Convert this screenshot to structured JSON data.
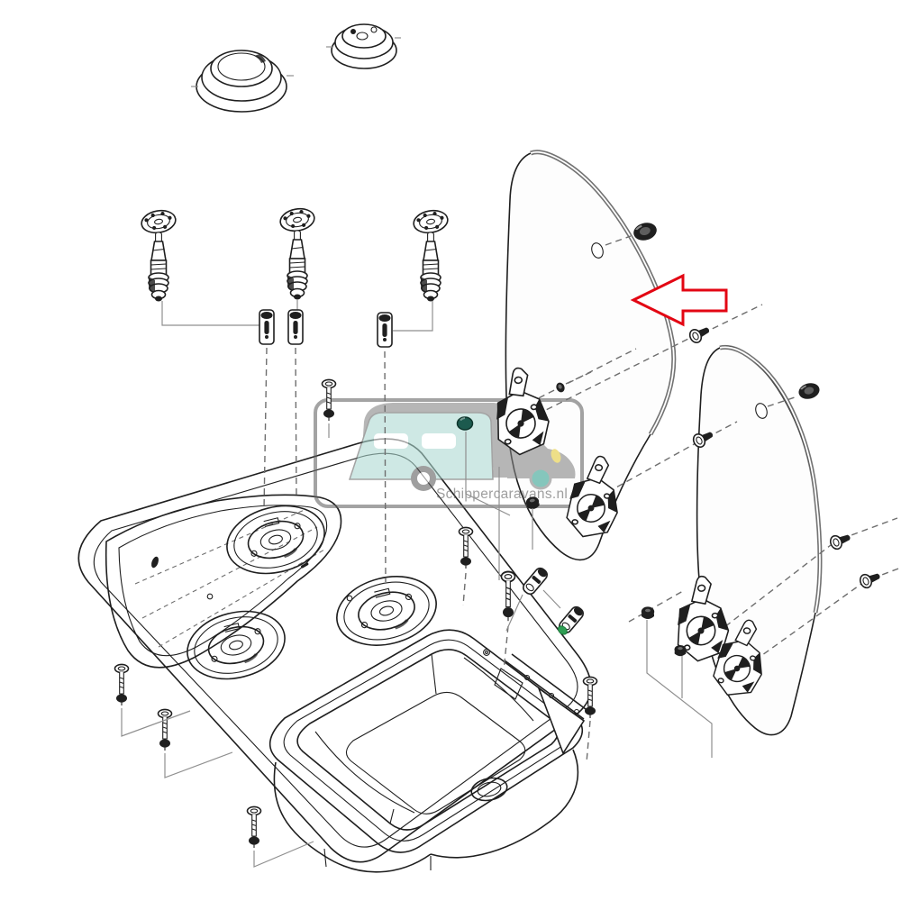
{
  "diagram": {
    "kind": "exploded-parts-diagram",
    "subject": "Caravan hob and sink combination unit with glass lids"
  },
  "watermark": {
    "text": "Schippercaravans.nl"
  },
  "annotation": {
    "type": "arrow",
    "direction": "left",
    "target": "glass-lid-inner"
  },
  "parts": [
    {
      "id": "burner-cap-large",
      "label": "Burner cap (large)",
      "qty": 1
    },
    {
      "id": "burner-cap-small",
      "label": "Burner cap (small)",
      "qty": 1
    },
    {
      "id": "burner-head",
      "label": "Burner head",
      "qty": 3
    },
    {
      "id": "gas-valve",
      "label": "Gas valve / burner body",
      "qty": 3
    },
    {
      "id": "injector-nozzle",
      "label": "Injector nozzle",
      "qty": 3
    },
    {
      "id": "mounting-screw",
      "label": "Mounting screw",
      "qty": 7
    },
    {
      "id": "shoulder-bolt",
      "label": "Hinge shoulder bolt",
      "qty": 4
    },
    {
      "id": "small-screw",
      "label": "Small screw",
      "qty": 1
    },
    {
      "id": "lid-hinge",
      "label": "Glass lid hinge",
      "qty": 4
    },
    {
      "id": "hinge-nut",
      "label": "Hinge nut",
      "qty": 3
    },
    {
      "id": "locknut-teal",
      "label": "Locknut (teal)",
      "qty": 1
    },
    {
      "id": "lid-grommet",
      "label": "Lid grommet",
      "qty": 2
    },
    {
      "id": "glass-lid-inner",
      "label": "Glass lid (inner, arrowed)",
      "qty": 1
    },
    {
      "id": "glass-lid-outer",
      "label": "Glass lid (outer)",
      "qty": 1
    },
    {
      "id": "igniter-electrode",
      "label": "Igniter / thermocouple (green tip)",
      "qty": 2
    },
    {
      "id": "hob-sink-unit",
      "label": "Hob & sink body",
      "qty": 1
    },
    {
      "id": "burner-well",
      "label": "Burner well",
      "qty": 3
    },
    {
      "id": "sink-bowl",
      "label": "Sink bowl",
      "qty": 1
    },
    {
      "id": "red-arrow",
      "label": "Red arrow callout",
      "qty": 1
    }
  ],
  "colors": {
    "line": "#1f1f1f",
    "leader": "#8f8f8f",
    "dashed": "#6e6e6e",
    "band": "#5a5a5a",
    "glass": "#fdfdfd",
    "red": "#e30613",
    "green": "#2f9e54",
    "tealnut": "#1c5a4e",
    "wm_border": "#616161",
    "wm_text": "#5a5a5a",
    "wm_teal": "#acd9d1",
    "wm_gray": "#838383",
    "wm_wheel": "#5b5b5b",
    "wm_carwheel": "#30a08f",
    "wm_yellow": "#e4ca35"
  }
}
